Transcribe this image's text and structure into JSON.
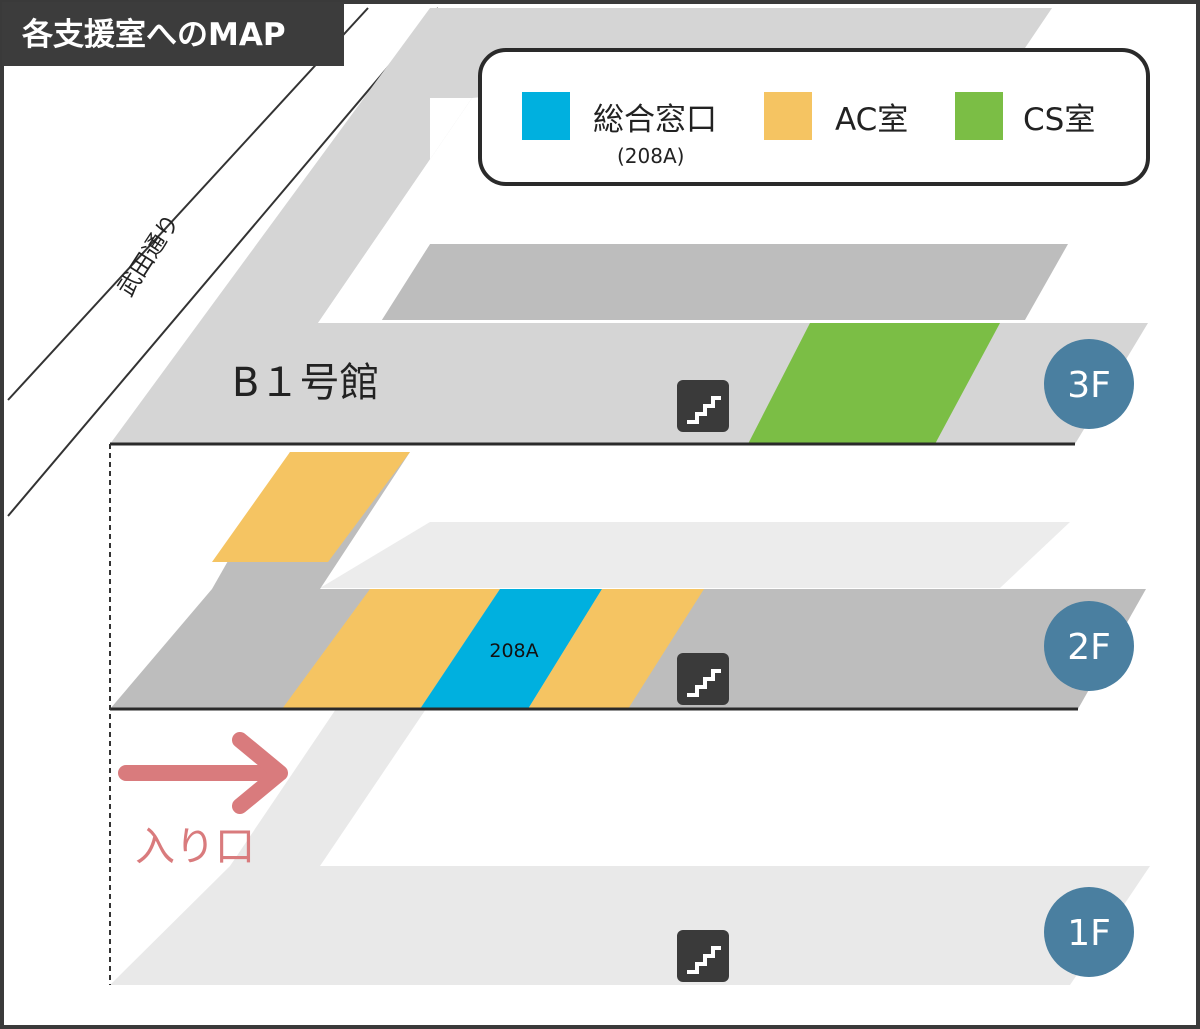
{
  "title": "各支援室へのMAP",
  "street": "武田通り",
  "building": "B１号館",
  "entrance": "入り口",
  "legend": [
    {
      "label": "総合窓口",
      "sub": "(208A)",
      "color": "#00b0df"
    },
    {
      "label": "AC室",
      "sub": "",
      "color": "#f5c462"
    },
    {
      "label": "CS室",
      "sub": "",
      "color": "#7bbe45"
    }
  ],
  "floors": [
    "3F",
    "2F",
    "1F"
  ],
  "rooms": {
    "room_208a": "208A"
  },
  "colors": {
    "counter": "#00b0df",
    "ac_room": "#f5c462",
    "cs_room": "#7bbe45",
    "floor_badge": "#4a7fa0",
    "entrance_arrow": "#d97b7d"
  },
  "icons": [
    "stairs-icon"
  ]
}
